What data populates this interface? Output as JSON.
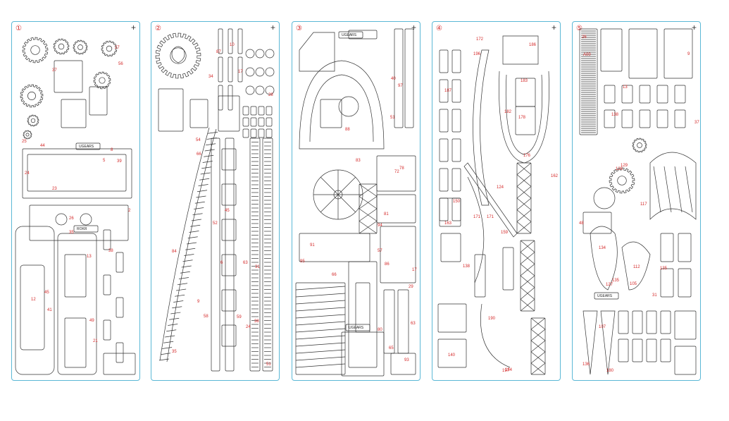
{
  "colors": {
    "sheet_border": "#5bb8d6",
    "part_line": "#333333",
    "label": "#d42a2a"
  },
  "sheets": [
    {
      "number": "①",
      "labels": [
        "21",
        "37",
        "45",
        "44",
        "8",
        "49",
        "2",
        "23",
        "35",
        "41",
        "12",
        "25",
        "26",
        "13",
        "5",
        "27",
        "24",
        "56",
        "38",
        "39"
      ],
      "stamps": [
        "UGEARS",
        "ROKR"
      ]
    },
    {
      "number": "②",
      "labels": [
        "35",
        "31",
        "45",
        "6",
        "34",
        "10",
        "38",
        "17",
        "24",
        "9",
        "51",
        "66",
        "58",
        "87",
        "59",
        "54",
        "63",
        "84",
        "52",
        "28"
      ],
      "stamps": []
    },
    {
      "number": "③",
      "labels": [
        "57",
        "17",
        "72",
        "29",
        "80",
        "51",
        "78",
        "83",
        "63",
        "65",
        "81",
        "94",
        "95",
        "86",
        "66",
        "93",
        "97",
        "91",
        "40",
        "88"
      ],
      "stamps": [
        "UGEARS",
        "UGEARS"
      ]
    },
    {
      "number": "④",
      "labels": [
        "172",
        "183",
        "162",
        "171",
        "159",
        "150",
        "187",
        "178",
        "163",
        "182",
        "124",
        "140",
        "196",
        "171",
        "197",
        "184",
        "190",
        "186",
        "176",
        "138"
      ],
      "stamps": []
    },
    {
      "number": "⑤",
      "labels": [
        "A00",
        "26",
        "48",
        "9",
        "37",
        "31",
        "13",
        "135",
        "136",
        "135",
        "127",
        "117",
        "180",
        "134",
        "112",
        "126",
        "105",
        "107",
        "138",
        "129"
      ],
      "stamps": [
        "UGEARS"
      ]
    }
  ]
}
